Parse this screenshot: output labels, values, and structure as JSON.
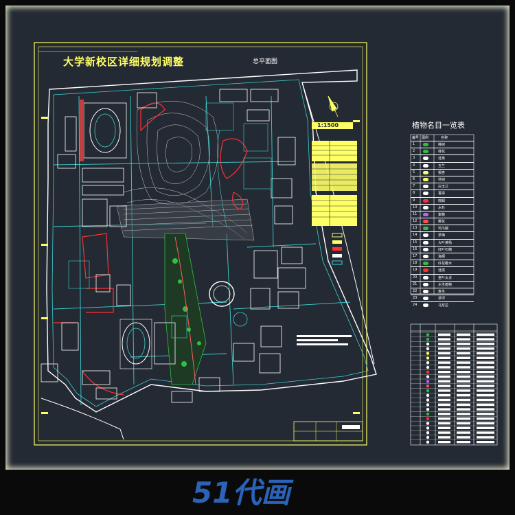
{
  "drawing": {
    "main_title": "大学新校区详细规划调整",
    "sub_title": "总平面图",
    "scale": "1:1500"
  },
  "legend": {
    "title": "植物名目一览表",
    "headers": [
      "编号",
      "图例",
      "名称"
    ],
    "rows": [
      {
        "no": "1",
        "name": "樟树"
      },
      {
        "no": "2",
        "name": "桂花"
      },
      {
        "no": "3",
        "name": "杜英"
      },
      {
        "no": "4",
        "name": "玉兰"
      },
      {
        "no": "5",
        "name": "银杏"
      },
      {
        "no": "6",
        "name": "朴树"
      },
      {
        "no": "7",
        "name": "白玉兰"
      },
      {
        "no": "8",
        "name": "香樟"
      },
      {
        "no": "9",
        "name": "棕榈"
      },
      {
        "no": "10",
        "name": "水杉"
      },
      {
        "no": "11",
        "name": "紫薇"
      },
      {
        "no": "12",
        "name": "樱花"
      },
      {
        "no": "13",
        "name": "鸡爪槭"
      },
      {
        "no": "14",
        "name": "茶梅"
      },
      {
        "no": "15",
        "name": "大叶黄杨"
      },
      {
        "no": "16",
        "name": "红叶石楠"
      },
      {
        "no": "17",
        "name": "海桐"
      },
      {
        "no": "18",
        "name": "红花檵木"
      },
      {
        "no": "19",
        "name": "杜鹃"
      },
      {
        "no": "20",
        "name": "金叶女贞"
      },
      {
        "no": "21",
        "name": "水生植物"
      },
      {
        "no": "22",
        "name": "麦冬"
      },
      {
        "no": "23",
        "name": "草坪"
      },
      {
        "no": "24",
        "name": "马尼拉"
      }
    ]
  },
  "brand": {
    "logo_text": "51代画"
  },
  "colors": {
    "background": "#242a33",
    "frame_line": "#ffff66",
    "road": "#ffffff",
    "cyan": "#3fd0d0",
    "red": "#ff3030",
    "green": "#30c040",
    "logo_blue": "#2a63b8"
  }
}
